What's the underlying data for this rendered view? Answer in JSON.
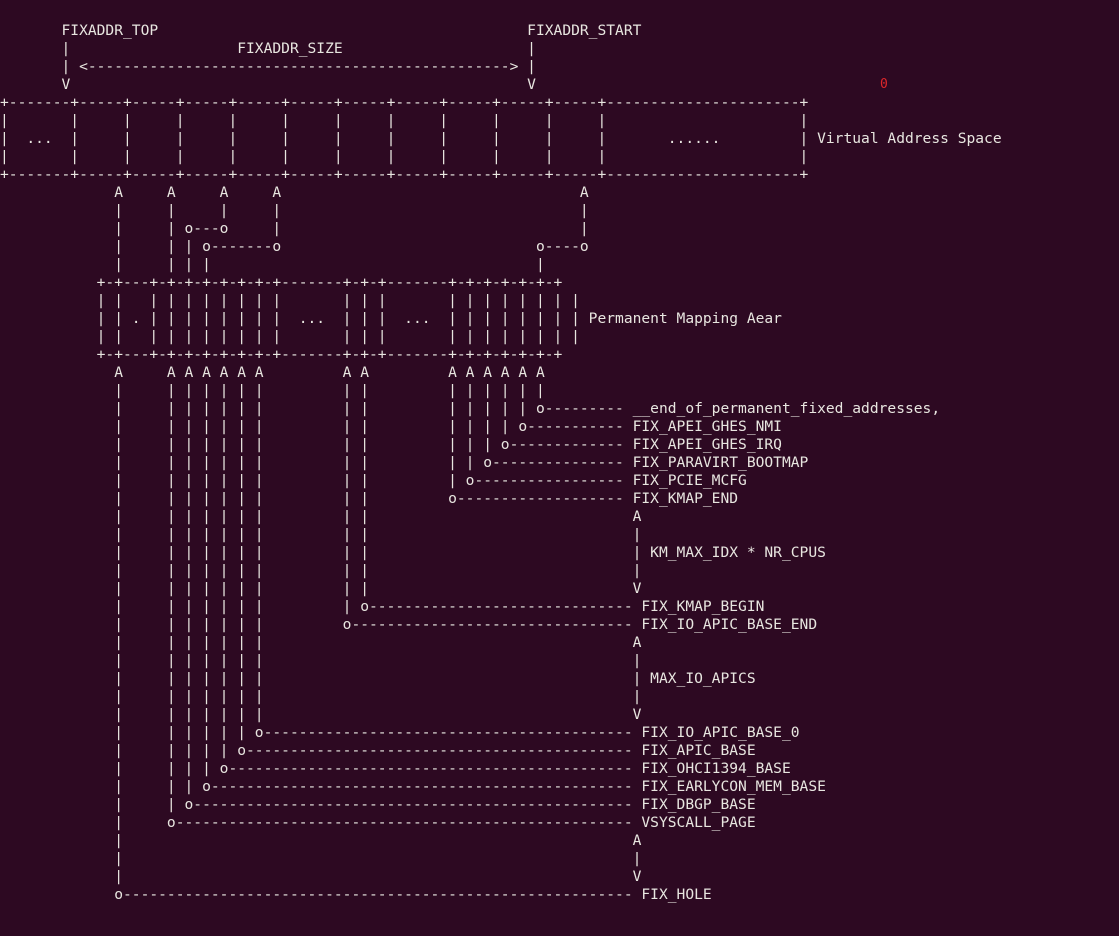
{
  "diagram": {
    "zero_marker": "0",
    "lines": [
      "       FIXADDR_TOP                                          FIXADDR_START",
      "       |                   FIXADDR_SIZE                     |",
      "       | <------------------------------------------------> |",
      "       V                                                    V",
      "+-------+-----+-----+-----+-----+-----+-----+-----+-----+-----+-----+----------------------+",
      "|       |     |     |     |     |     |     |     |     |     |     |                      |",
      "|  ...  |     |     |     |     |     |     |     |     |     |     |       ......         | Virtual Address Space",
      "|       |     |     |     |     |     |     |     |     |     |     |                      |",
      "+-------+-----+-----+-----+-----+-----+-----+-----+-----+-----+-----+----------------------+",
      "             A     A     A     A                                  A",
      "             |     |     |     |                                  |",
      "             |     | o---o     |                                  |",
      "             |     | | o-------o                             o----o",
      "             |     | | |                                     |",
      "           +-+---+-+-+-+-+-+-+-+-------+-+-+-------+-+-+-+-+-+-+",
      "           | |   | | | | | | | |       | | |       | | | | | | | |",
      "           | | . | | | | | | | |  ...  | | |  ...  | | | | | | | | Permanent Mapping Aear",
      "           | |   | | | | | | | |       | | |       | | | | | | | |",
      "           +-+---+-+-+-+-+-+-+-+-------+-+-+-------+-+-+-+-+-+-+",
      "             A     A A A A A A         A A         A A A A A A",
      "             |     | | | | | |         | |         | | | | | |",
      "             |     | | | | | |         | |         | | | | | o--------- __end_of_permanent_fixed_addresses,",
      "             |     | | | | | |         | |         | | | | o----------- FIX_APEI_GHES_NMI",
      "             |     | | | | | |         | |         | | | o------------- FIX_APEI_GHES_IRQ",
      "             |     | | | | | |         | |         | | o--------------- FIX_PARAVIRT_BOOTMAP",
      "             |     | | | | | |         | |         | o----------------- FIX_PCIE_MCFG",
      "             |     | | | | | |         | |         o------------------- FIX_KMAP_END",
      "             |     | | | | | |         | |                              A",
      "             |     | | | | | |         | |                              |",
      "             |     | | | | | |         | |                              | KM_MAX_IDX * NR_CPUS",
      "             |     | | | | | |         | |                              |",
      "             |     | | | | | |         | |                              V",
      "             |     | | | | | |         | o------------------------------ FIX_KMAP_BEGIN",
      "             |     | | | | | |         o-------------------------------- FIX_IO_APIC_BASE_END",
      "             |     | | | | | |                                          A",
      "             |     | | | | | |                                          |",
      "             |     | | | | | |                                          | MAX_IO_APICS",
      "             |     | | | | | |                                          |",
      "             |     | | | | | |                                          V",
      "             |     | | | | | o------------------------------------------ FIX_IO_APIC_BASE_0",
      "             |     | | | | o-------------------------------------------- FIX_APIC_BASE",
      "             |     | | | o---------------------------------------------- FIX_OHCI1394_BASE",
      "             |     | | o------------------------------------------------ FIX_EARLYCON_MEM_BASE",
      "             |     | o-------------------------------------------------- FIX_DBGP_BASE",
      "             |     o---------------------------------------------------- VSYSCALL_PAGE",
      "             |                                                          A",
      "             |                                                          |",
      "             |                                                          V",
      "             o---------------------------------------------------------- FIX_HOLE"
    ]
  }
}
